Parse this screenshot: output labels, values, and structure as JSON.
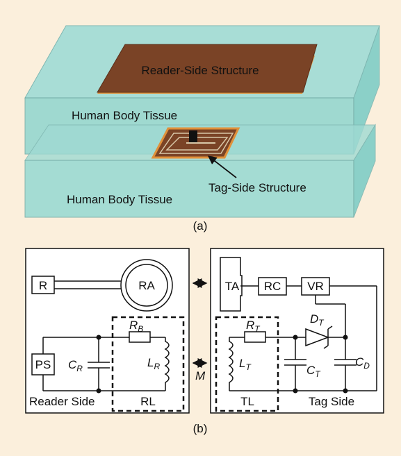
{
  "figure_a": {
    "reader_structure_label": "Reader-Side Structure",
    "upper_tissue_label": "Human Body Tissue",
    "lower_tissue_label": "Human Body Tissue",
    "tag_structure_label": "Tag-Side Structure",
    "caption": "(a)"
  },
  "figure_b": {
    "reader": {
      "r_label": "R",
      "ra_label": "RA",
      "ps_label": "PS",
      "cr_main": "C",
      "cr_sub": "R",
      "rb_main": "R",
      "rb_sub": "B",
      "lr_main": "L",
      "lr_sub": "R",
      "side_label": "Reader Side",
      "rl_label": "RL"
    },
    "coupling_label": "M",
    "tag": {
      "ta_label": "TA",
      "rc_label": "RC",
      "vr_label": "VR",
      "dt_main": "D",
      "dt_sub": "T",
      "rt_main": "R",
      "rt_sub": "T",
      "lt_main": "L",
      "lt_sub": "T",
      "ct_main": "C",
      "ct_sub": "T",
      "cd_main": "C",
      "cd_sub": "D",
      "tl_label": "TL",
      "side_label": "Tag Side"
    },
    "caption": "(b)"
  },
  "colors": {
    "background": "#fbefdc",
    "tissue": "#8fd6cf",
    "reader_plate": "#7a4326",
    "plate_edge": "#e0903a"
  }
}
